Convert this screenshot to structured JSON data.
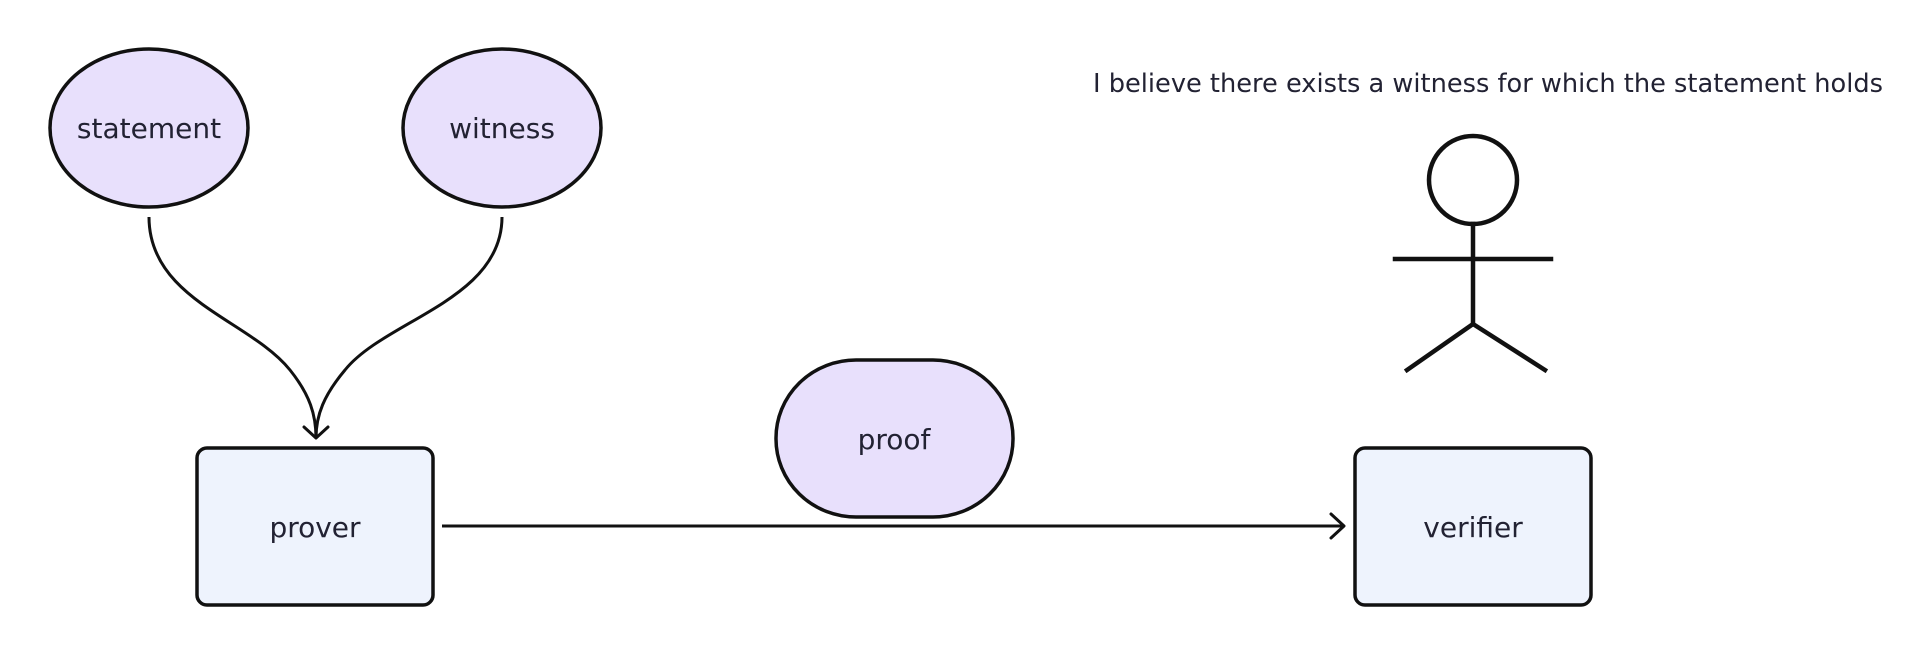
{
  "diagram": {
    "nodes": {
      "statement": "statement",
      "witness": "witness",
      "prover": "prover",
      "proof": "proof",
      "verifier": "verifier"
    },
    "note": "I believe there exists a witness for which the statement holds",
    "colors": {
      "input_fill": "#e8e0fc",
      "actor_box_fill": "#eef3fd",
      "stroke": "#111111",
      "text": "#222233"
    }
  }
}
